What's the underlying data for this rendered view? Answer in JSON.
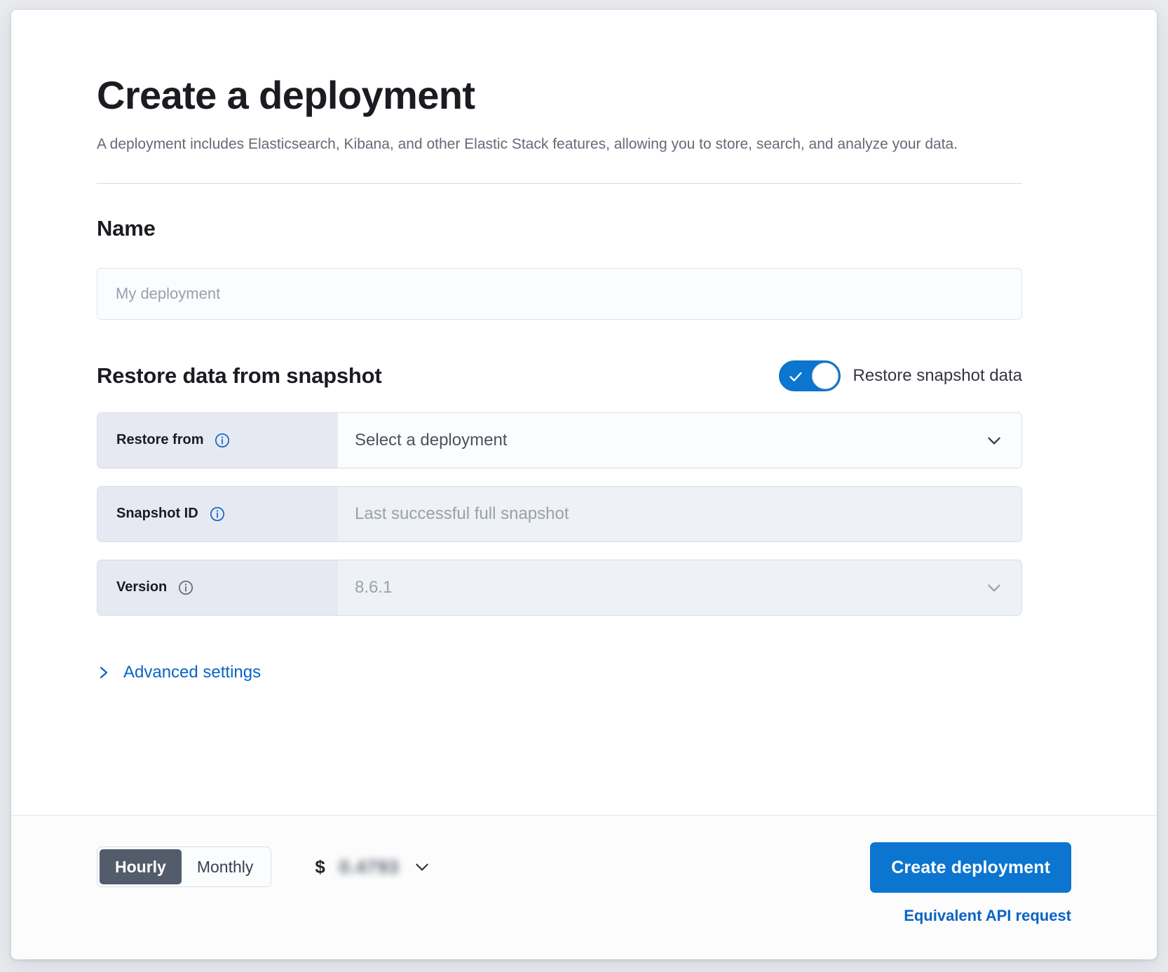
{
  "page": {
    "title": "Create a deployment",
    "description": "A deployment includes Elasticsearch, Kibana, and other Elastic Stack features, allowing you to store, search, and analyze your data."
  },
  "name_section": {
    "heading": "Name",
    "input_placeholder": "My deployment",
    "input_value": ""
  },
  "restore_section": {
    "heading": "Restore data from snapshot",
    "toggle": {
      "label": "Restore snapshot data",
      "state": "on",
      "color": "#0b76cf"
    },
    "rows": [
      {
        "label": "Restore from",
        "value": "Select a deployment",
        "info_icon": "info-icon",
        "info_icon_color": "#0b64c4",
        "control": "dropdown",
        "disabled": false
      },
      {
        "label": "Snapshot ID",
        "value": "Last successful full snapshot",
        "info_icon": "info-icon",
        "info_icon_color": "#0b64c4",
        "control": "text",
        "disabled": true
      },
      {
        "label": "Version",
        "value": "8.6.1",
        "info_icon": "info-icon",
        "info_icon_color": "#5f6673",
        "control": "dropdown",
        "disabled": true
      }
    ],
    "advanced_settings": {
      "label": "Advanced settings",
      "icon": "chevron-right-icon",
      "expanded": false
    }
  },
  "footer": {
    "billing_toggle": {
      "options": [
        "Hourly",
        "Monthly"
      ],
      "selected": "Hourly"
    },
    "price": {
      "currency_symbol": "$",
      "amount": "0.4793",
      "chevron_icon": "chevron-down-icon"
    },
    "create_button": "Create deployment",
    "api_link": "Equivalent API request"
  },
  "colors": {
    "accent_blue": "#0b75cf",
    "link_blue": "#0b64c4",
    "label_bg": "#e6e9f1",
    "disabled_bg": "#eef1f5",
    "segment_active": "#535c6b"
  }
}
